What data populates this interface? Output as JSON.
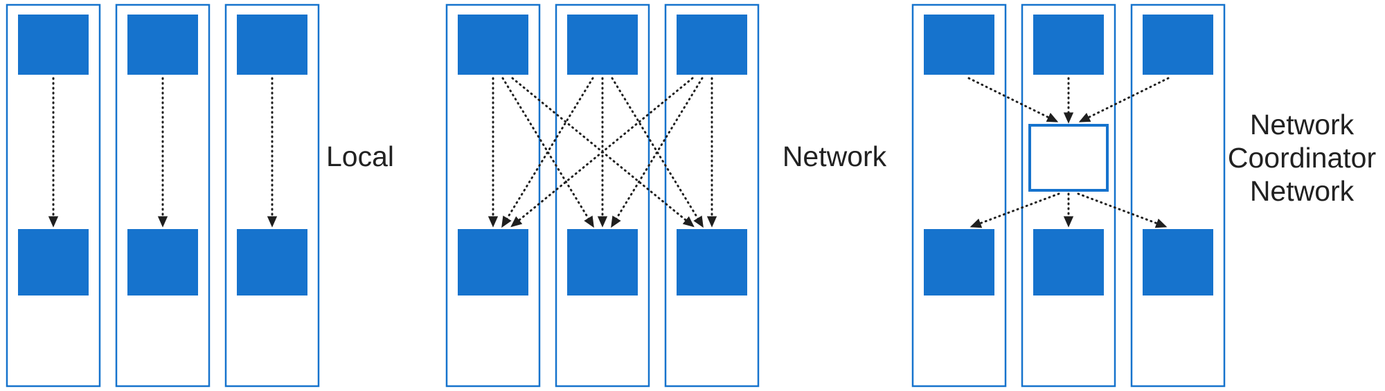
{
  "figure": {
    "panels": [
      {
        "name": "local",
        "label": "Local",
        "columns": 3
      },
      {
        "name": "network",
        "label": "Network",
        "columns": 3
      },
      {
        "name": "network-coordinator",
        "label_lines": [
          "Network",
          "Coordinator",
          "Network"
        ],
        "columns": 3
      }
    ],
    "colors": {
      "accent": "#1673cd",
      "arrow": "#1f1f1f",
      "text": "#212121",
      "bg": "#ffffff"
    }
  }
}
